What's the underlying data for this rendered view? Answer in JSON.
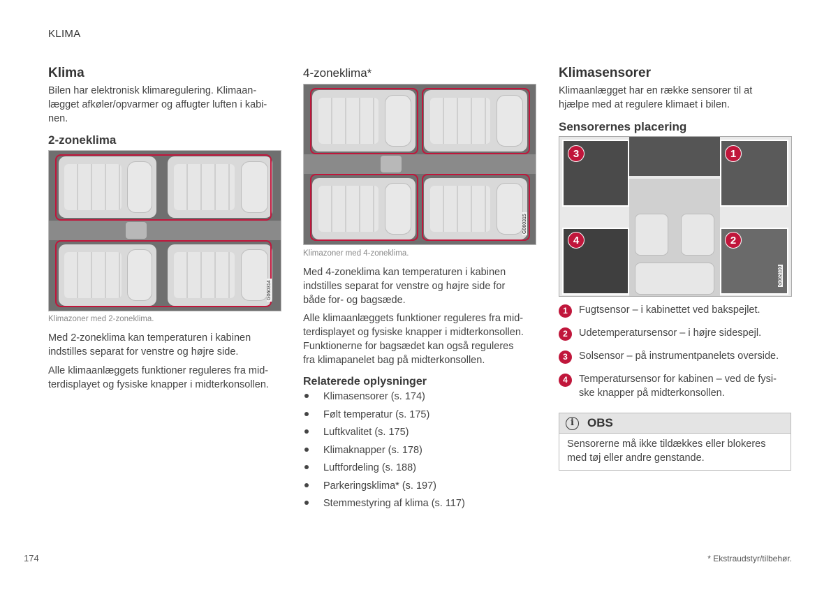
{
  "header": {
    "title": "KLIMA"
  },
  "footer": {
    "page_number": "174",
    "footnote": "* Ekstraudstyr/tilbehør."
  },
  "colors": {
    "accent": "#c0163b",
    "text": "#444444",
    "caption": "#888888",
    "seat": "#d9d9d9",
    "floor": "#6f6f6f"
  },
  "col1": {
    "title": "Klima",
    "intro_lines": [
      "Bilen har elektronisk klimaregulering. Klimaan-",
      "lægget afkøler/opvarmer og affugter luften i kabi-",
      "nen."
    ],
    "sub_title": "2-zoneklima",
    "figure_code": "G060314",
    "caption": "Klimazoner med 2-zoneklima.",
    "p1_lines": [
      "Med 2-zoneklima kan temperaturen i kabinen",
      "indstilles separat for venstre og højre side."
    ],
    "p2_lines": [
      "Alle klimaanlæggets funktioner reguleres fra mid-",
      "terdisplayet og fysiske knapper i midterkonsollen."
    ]
  },
  "col2": {
    "title": "4-zoneklima*",
    "figure_code": "G060315",
    "caption": "Klimazoner med 4-zoneklima.",
    "p1_lines": [
      "Med 4-zoneklima kan temperaturen i kabinen",
      "indstilles separat for venstre og højre side for",
      "både for- og bagsæde."
    ],
    "p2_lines": [
      "Alle klimaanlæggets funktioner reguleres fra mid-",
      "terdisplayet og fysiske knapper i midterkonsollen.",
      "Funktionerne for bagsædet kan også reguleres",
      "fra klimapanelet bag på midterkonsollen."
    ],
    "related_title": "Relaterede oplysninger",
    "related_links": [
      "Klimasensorer (s. 174)",
      "Følt temperatur (s. 175)",
      "Luftkvalitet (s. 175)",
      "Klimaknapper (s. 178)",
      "Luftfordeling (s. 188)",
      "Parkeringsklima* (s. 197)",
      "Stemmestyring af klima (s. 117)"
    ]
  },
  "col3": {
    "title": "Klimasensorer",
    "intro_lines": [
      "Klimaanlægget har en række sensorer til at",
      "hjælpe med at regulere klimaet i bilen."
    ],
    "sub_title": "Sensorernes placering",
    "figure_code": "G062110",
    "badges": [
      "1",
      "2",
      "3",
      "4"
    ],
    "sensors": [
      {
        "num": "1",
        "lines": [
          "Fugtsensor – i kabinettet ved bakspejlet."
        ]
      },
      {
        "num": "2",
        "lines": [
          "Udetemperatursensor – i højre sidespejl."
        ]
      },
      {
        "num": "3",
        "lines": [
          "Solsensor – på instrumentpanelets overside."
        ]
      },
      {
        "num": "4",
        "lines": [
          "Temperatursensor for kabinen – ved de fysi-",
          "ske knapper på midterkonsollen."
        ]
      }
    ],
    "obs": {
      "title": "OBS",
      "icon": "info-icon",
      "icon_glyph": "i",
      "lines": [
        "Sensorerne må ikke tildækkes eller blokeres",
        "med tøj eller andre genstande."
      ]
    }
  }
}
